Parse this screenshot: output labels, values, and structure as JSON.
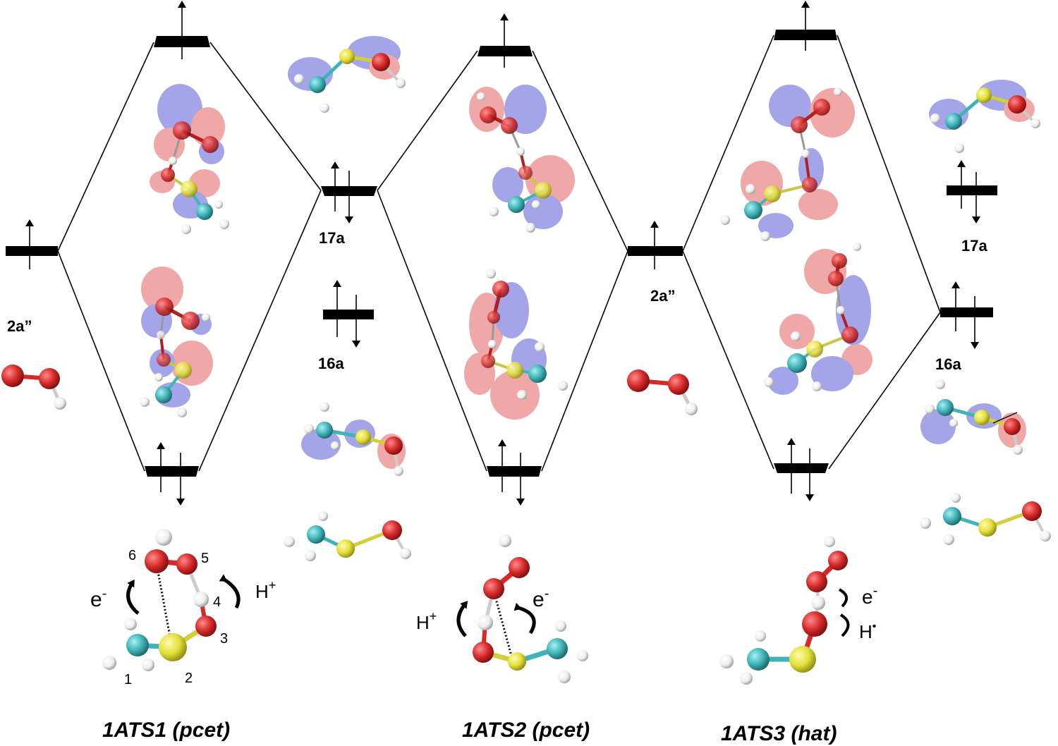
{
  "colors": {
    "oxygen": "#d62a2a",
    "sulfur": "#e3e03a",
    "carbon": "#3fb3b7",
    "hydrogen": "#f2f2f2",
    "lobe_blue": "#5a5ad8",
    "lobe_red": "#e26060",
    "level": "#000000"
  },
  "labels": {
    "o2h_left": "2a”",
    "o2h_mid": "2a”",
    "orb17_left": "17a",
    "orb16_left": "16a",
    "orb17_right": "17a",
    "orb16_right": "16a"
  },
  "structures": [
    {
      "id": "ts1",
      "title": "1ATS1 (pcet)",
      "arrows": [
        {
          "base": "e",
          "sup": "-"
        },
        {
          "base": "H",
          "sup": "+"
        }
      ],
      "atom_numbers": [
        "1",
        "2",
        "3",
        "4",
        "5",
        "6"
      ]
    },
    {
      "id": "ts2",
      "title": "1ATS2 (pcet)",
      "arrows": [
        {
          "base": "H",
          "sup": "+"
        },
        {
          "base": "e",
          "sup": "-"
        }
      ]
    },
    {
      "id": "ts3",
      "title": "1ATS3 (hat)",
      "arrows": [
        {
          "base": "e",
          "sup": "-"
        },
        {
          "base": "H",
          "sup": "•"
        }
      ]
    }
  ]
}
